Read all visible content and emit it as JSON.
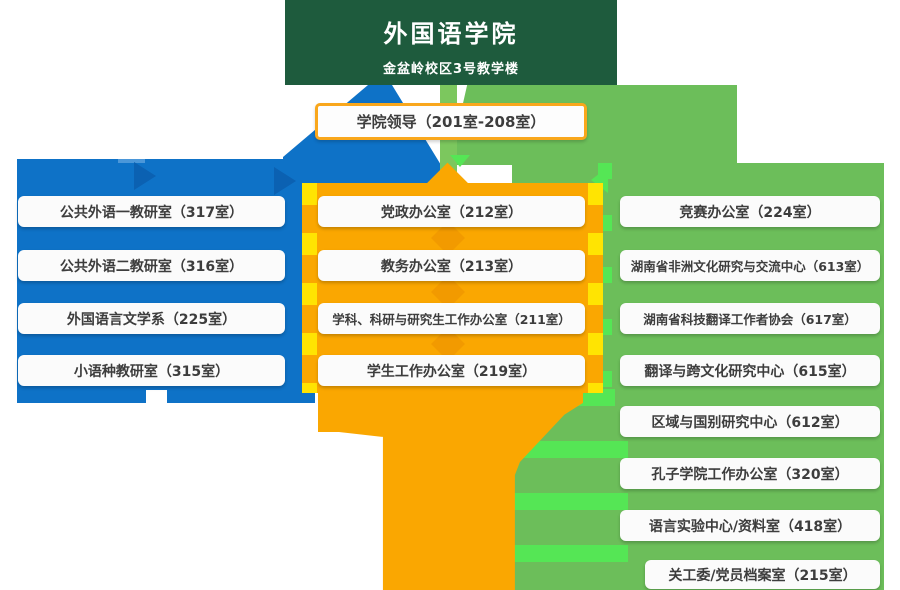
{
  "header": {
    "title": "外国语学院",
    "subtitle": "金盆岭校区3号教学楼"
  },
  "leader": {
    "label": "学院领导（201室-208室）"
  },
  "columns": {
    "left": {
      "items": [
        "公共外语一教研室（317室）",
        "公共外语二教研室（316室）",
        "外国语言文学系（225室）",
        "小语种教研室（315室）"
      ]
    },
    "middle": {
      "items": [
        "党政办公室（212室）",
        "教务办公室（213室）",
        "学科、科研与研究生工作办公室（211室）",
        "学生工作办公室（219室）"
      ]
    },
    "right": {
      "items": [
        "竞赛办公室（224室）",
        "湖南省非洲文化研究与交流中心（613室）",
        "湖南省科技翻译工作者协会（617室）",
        "翻译与跨文化研究中心（615室）",
        "区域与国别研究中心（612室）",
        "孔子学院工作办公室（320室）",
        "语言实验中心/资料室（418室）",
        "关工委/党员档案室（215室）"
      ]
    }
  },
  "palette": {
    "header-green": "#1e5b3d",
    "blue": "#0e72c7",
    "blue-light": "#4b97d9",
    "blue-dark": "#0b61b2",
    "orange": "#faa701",
    "orange-dark": "#f09800",
    "yellow": "#ffe402",
    "green": "#6cbe5a",
    "green-bar": "#7cc75e",
    "lime": "#55e655",
    "leader-border": "#f9a71c",
    "box-bg": "#fbfbfb",
    "text-dark": "#3d3d3d"
  }
}
